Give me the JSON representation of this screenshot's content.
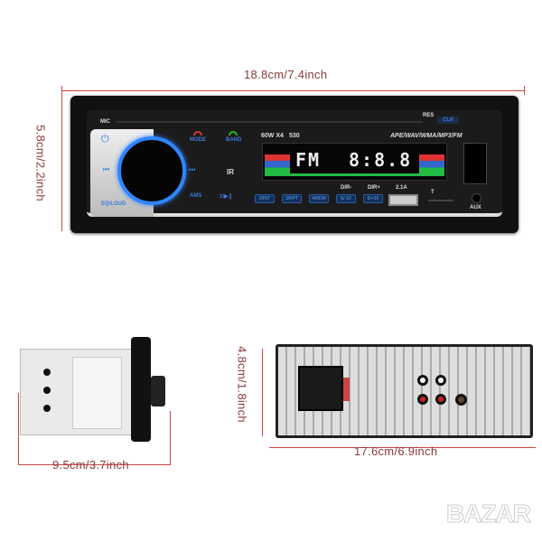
{
  "dimensions": {
    "front_width": "18.8cm/7.4inch",
    "front_height": "5.8cm/2.2inch",
    "depth": "9.5cm/3.7inch",
    "rear_height": "4.8cm/1.8inch",
    "rear_width": "17.6cm/6.9inch"
  },
  "faceplate": {
    "mic": "MIC",
    "res": "RES",
    "clk": "CLK",
    "mode": "MODE",
    "band": "BAND",
    "eq_loud": "EQ/LOUD",
    "ams": "AMS",
    "play_pause": "1/▶❙",
    "ir": "IR",
    "power_spec": "60W X4",
    "model": "530",
    "formats": "APE/WAV/WMA/MP3/FM",
    "display_text": "FM",
    "display_clock": "8:8.8",
    "presets": [
      "2/INT",
      "3/RPT",
      "4/RDM",
      "5/-10",
      "6/+10"
    ],
    "dir_minus": "DIR-",
    "dir_plus": "DIR+",
    "usb": "2.1A",
    "tf": "T",
    "aux": "AUX"
  },
  "watermark": "BAZAR",
  "colors": {
    "dimension": "#c44444",
    "accent": "#3a7be0"
  }
}
